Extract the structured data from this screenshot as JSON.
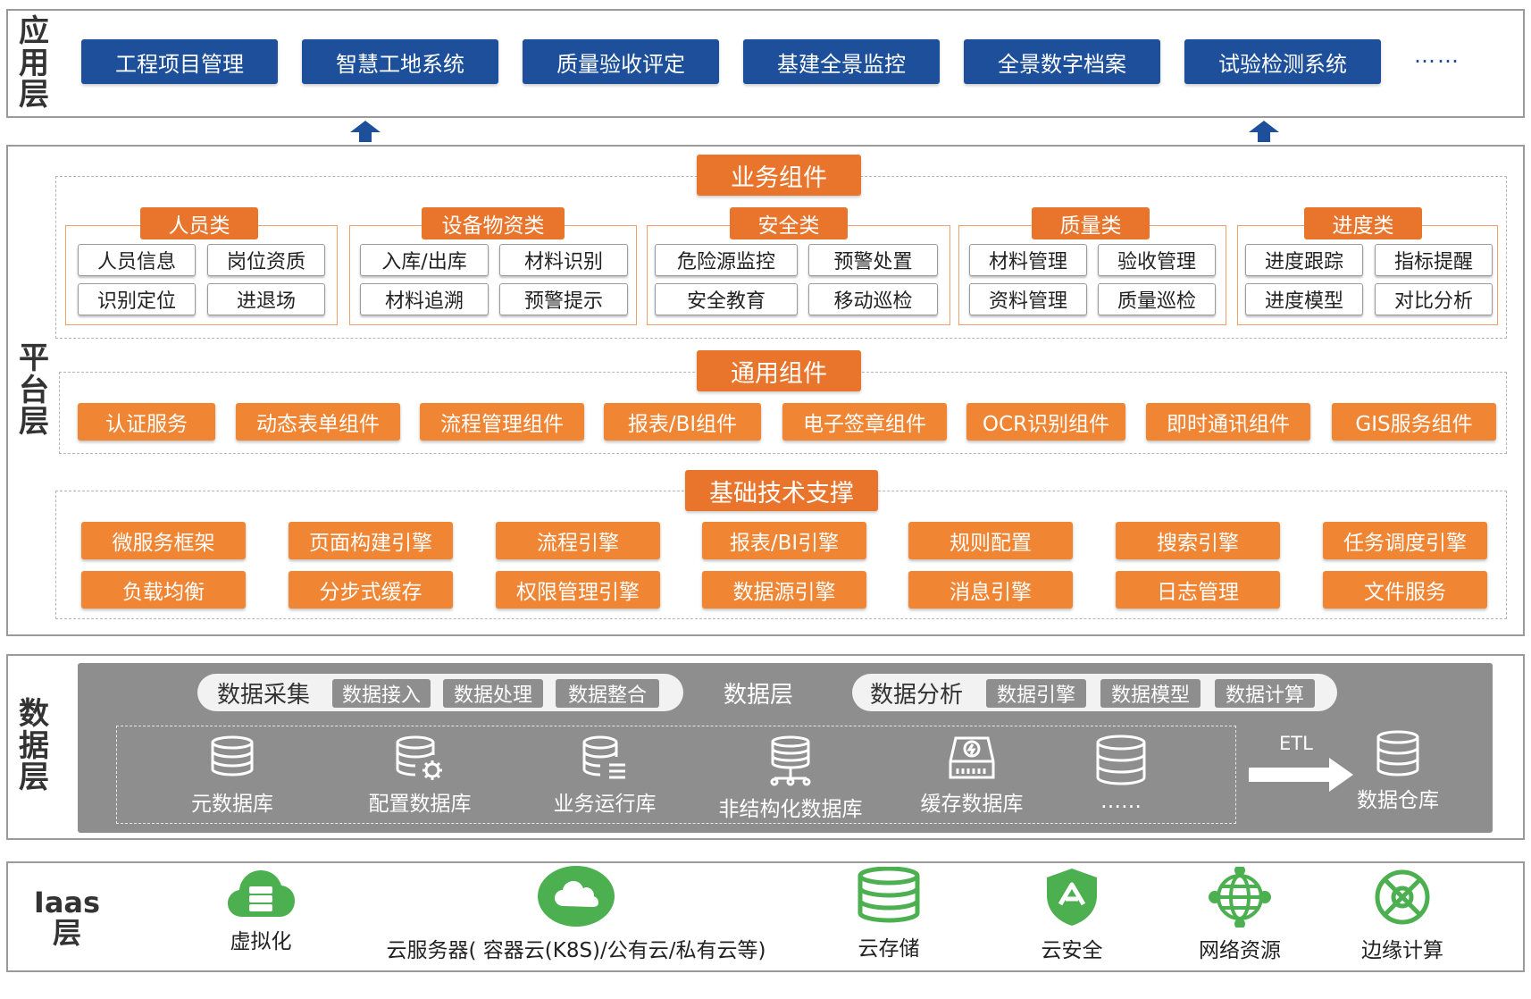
{
  "layers": {
    "app": "应\n用\n层",
    "platform": "平\n台\n层",
    "data": "数\n据\n层",
    "iaas": "Iaas\n层"
  },
  "app_layer": {
    "items": [
      "工程项目管理",
      "智慧工地系统",
      "质量验收评定",
      "基建全景监控",
      "全景数字档案",
      "试验检测系统"
    ],
    "more": "……"
  },
  "business": {
    "title": "业务组件",
    "groups": [
      {
        "title": "人员类",
        "items": [
          "人员信息",
          "岗位资质",
          "识别定位",
          "进退场"
        ]
      },
      {
        "title": "设备物资类",
        "items": [
          "入库/出库",
          "材料识别",
          "材料追溯",
          "预警提示"
        ]
      },
      {
        "title": "安全类",
        "items": [
          "危险源监控",
          "预警处置",
          "安全教育",
          "移动巡检"
        ]
      },
      {
        "title": "质量类",
        "items": [
          "材料管理",
          "验收管理",
          "资料管理",
          "质量巡检"
        ]
      },
      {
        "title": "进度类",
        "items": [
          "进度跟踪",
          "指标提醒",
          "进度模型",
          "对比分析"
        ]
      }
    ]
  },
  "common": {
    "title": "通用组件",
    "items": [
      "认证服务",
      "动态表单组件",
      "流程管理组件",
      "报表/BI组件",
      "电子签章组件",
      "OCR识别组件",
      "即时通讯组件",
      "GIS服务组件"
    ]
  },
  "basic": {
    "title": "基础技术支撑",
    "row1": [
      "微服务框架",
      "页面构建引擎",
      "流程引擎",
      "报表/BI引擎",
      "规则配置",
      "搜索引擎",
      "任务调度引擎"
    ],
    "row2": [
      "负载均衡",
      "分步式缓存",
      "权限管理引擎",
      "数据源引擎",
      "消息引擎",
      "日志管理",
      "文件服务"
    ]
  },
  "data_layer": {
    "collect": {
      "label": "数据采集",
      "items": [
        "数据接入",
        "数据处理",
        "数据整合"
      ]
    },
    "center": "数据层",
    "analysis": {
      "label": "数据分析",
      "items": [
        "数据引擎",
        "数据模型",
        "数据计算"
      ]
    },
    "dbs": [
      "元数据库",
      "配置数据库",
      "业务运行库",
      "非结构化数据库",
      "缓存数据库",
      "……"
    ],
    "etl": "ETL",
    "warehouse": "数据仓库"
  },
  "iaas": {
    "items": [
      "虚拟化",
      "云服务器( 容器云(K8S)/公有云/私有云等)",
      "云存储",
      "云安全",
      "网络资源",
      "边缘计算"
    ]
  },
  "colors": {
    "blue": "#1d4f9a",
    "orange": "#e9742c",
    "orange_light": "#f08534",
    "gray": "#8e8e8e",
    "green": "#4caf50"
  }
}
